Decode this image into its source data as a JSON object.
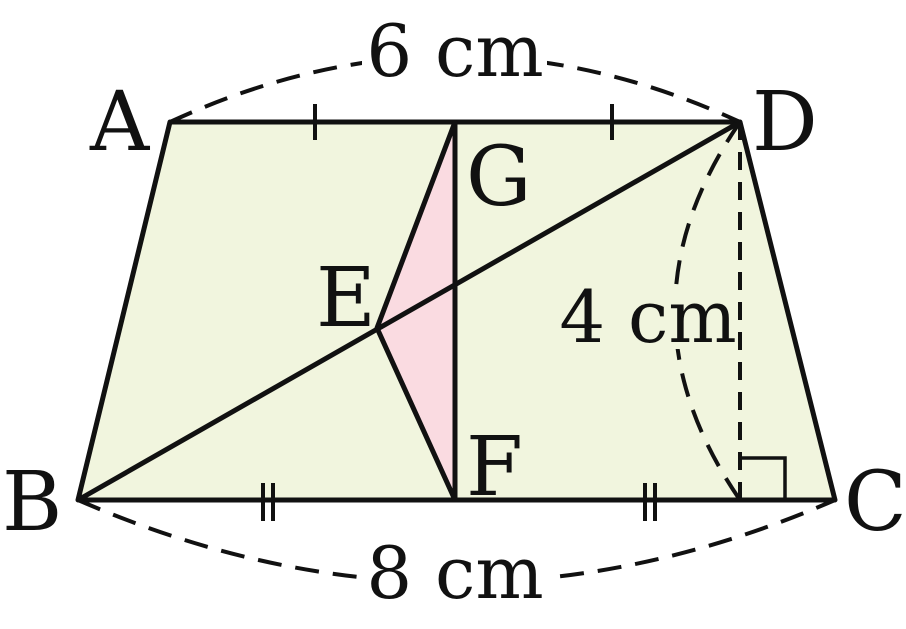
{
  "figure": {
    "colors": {
      "trapezoid_fill": "#f1f5de",
      "triangle_fill": "#fadbe1",
      "stroke": "#111111",
      "background": "#ffffff"
    },
    "points": {
      "A": "A",
      "B": "B",
      "C": "C",
      "D": "D",
      "E": "E",
      "F": "F",
      "G": "G"
    },
    "dimensions": {
      "top": "6 cm",
      "bottom": "8 cm",
      "height": "4 cm"
    },
    "marks": {
      "top_equal_ticks": "single",
      "bottom_equal_ticks": "double",
      "right_angle_at_foot_of_height": true
    }
  }
}
